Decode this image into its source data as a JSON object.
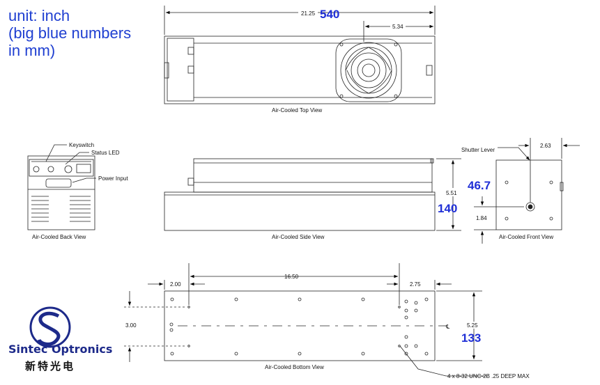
{
  "note": {
    "line1": "unit: inch",
    "line2": "(big blue numbers",
    "line3": "in mm)"
  },
  "top_view": {
    "caption": "Air-Cooled Top View",
    "dim_length": "21.25",
    "dim_length_mm": "540",
    "dim_fan": "5.34"
  },
  "back_view": {
    "caption": "Air-Cooled Back View",
    "callout_keyswitch": "Keyswitch",
    "callout_status_led": "Status LED",
    "callout_power_input": "Power Input"
  },
  "side_view": {
    "caption": "Air-Cooled Side View",
    "dim_height": "5.51",
    "dim_height_mm": "140"
  },
  "front_view": {
    "caption": "Air-Cooled Front View",
    "callout_shutter": "Shutter Lever",
    "dim_offset": "2.63",
    "dim_port_height": "1.84",
    "dim_port_height_mm": "46.7"
  },
  "bottom_view": {
    "caption": "Air-Cooled Bottom View",
    "dim_left": "2.00",
    "dim_middle": "16.50",
    "dim_right": "2.75",
    "dim_spacing": "3.00",
    "dim_width": "5.25",
    "dim_width_mm": "133",
    "centerline_mark": "℄",
    "callout_holes": "4 x 8-32 UNC-2B .25 DEEP MAX"
  },
  "logo": {
    "name": "Sintec Optronics",
    "chinese": "新特光电"
  },
  "colors": {
    "annotation_blue": "#1f2fd6",
    "logo_navy": "#1d2a8a"
  }
}
